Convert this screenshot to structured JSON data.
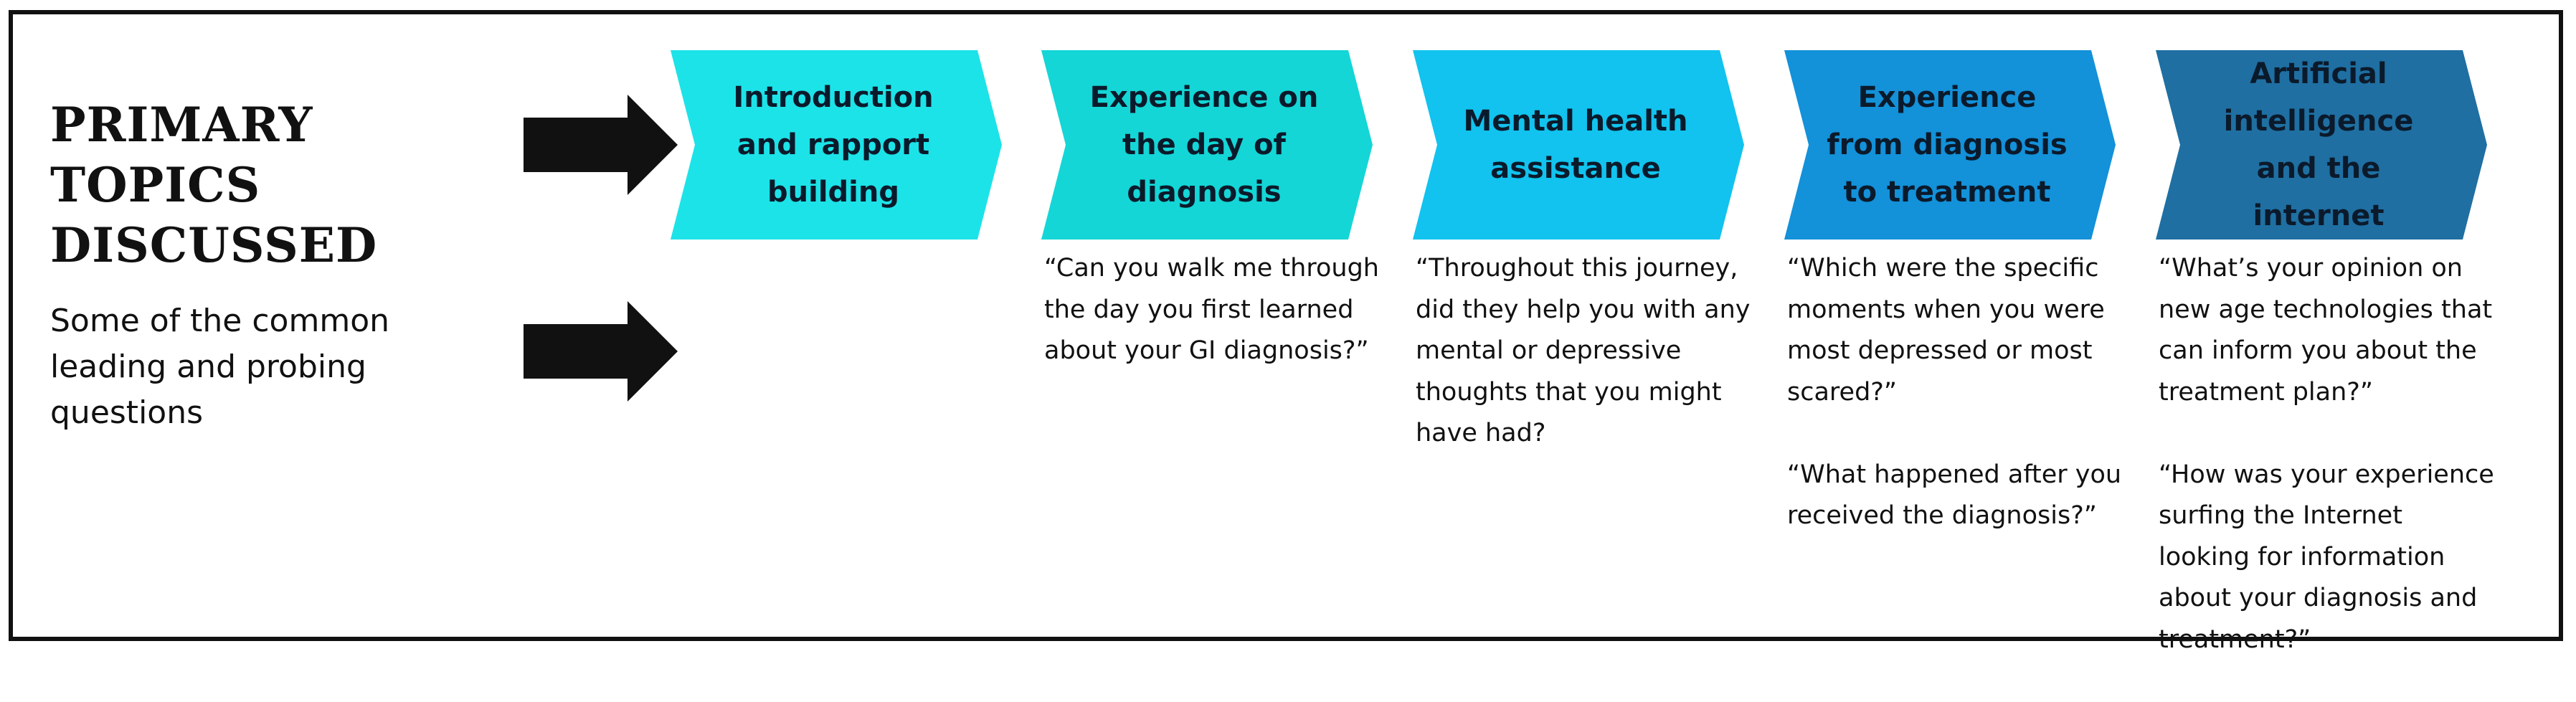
{
  "title": "PRIMARY TOPICS\nDISCUSSED",
  "subtitle": "Some of the common\nleading and probing\nquestions",
  "arrows": [
    {
      "icon": "right-arrow-icon",
      "color": "#111111"
    },
    {
      "icon": "right-arrow-icon",
      "color": "#111111"
    }
  ],
  "steps": [
    {
      "label": "Introduction\nand rapport\nbuilding",
      "color": "#1ce3e8",
      "questions": []
    },
    {
      "label": "Experience on\nthe day of\ndiagnosis",
      "color": "#14d6d6",
      "questions": [
        "“Can you walk me through the day you first learned about your GI diagnosis?”"
      ]
    },
    {
      "label": "Mental health\nassistance",
      "color": "#11c3ee",
      "questions": [
        "“Throughout this journey, did they help you with any mental or depressive thoughts that you might have had?"
      ]
    },
    {
      "label": "Experience\nfrom diagnosis\nto treatment",
      "color": "#1391d9",
      "questions": [
        "“Which were the specific moments when you were most depressed or most scared?”",
        "“What happened after you received the diagnosis?”"
      ]
    },
    {
      "label": "Artificial\nintelligence\nand the\ninternet",
      "color": "#1f6fa2",
      "questions": [
        "“What’s your opinion on new age technologies that can inform you about the treatment plan?”",
        "“How was your experience surfing the Internet looking for information about your diagnosis and treatment?”"
      ]
    }
  ]
}
